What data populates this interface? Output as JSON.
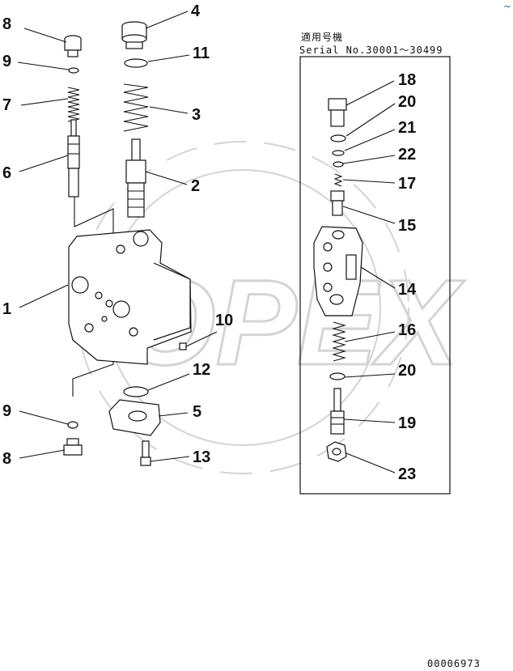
{
  "header": {
    "applicable_jp": "適用号機",
    "serial_range": "Serial No.30001～30499"
  },
  "watermark": {
    "text": "OPEX"
  },
  "footer": {
    "drawing_number": "00006973"
  },
  "corner_mark": "~",
  "callouts": {
    "c8a": "8",
    "c4": "4",
    "c9a": "9",
    "c11": "11",
    "c7": "7",
    "c3": "3",
    "c6": "6",
    "c2": "2",
    "c1": "1",
    "c10": "10",
    "c12": "12",
    "c9b": "9",
    "c5": "5",
    "c8b": "8",
    "c13": "13",
    "c18": "18",
    "c20a": "20",
    "c21": "21",
    "c22": "22",
    "c17": "17",
    "c15": "15",
    "c14": "14",
    "c16": "16",
    "c20b": "20",
    "c19": "19",
    "c23": "23"
  },
  "colors": {
    "line": "#111111",
    "watermark": "#d4d4d4",
    "corner_mark": "#2a5db0"
  }
}
